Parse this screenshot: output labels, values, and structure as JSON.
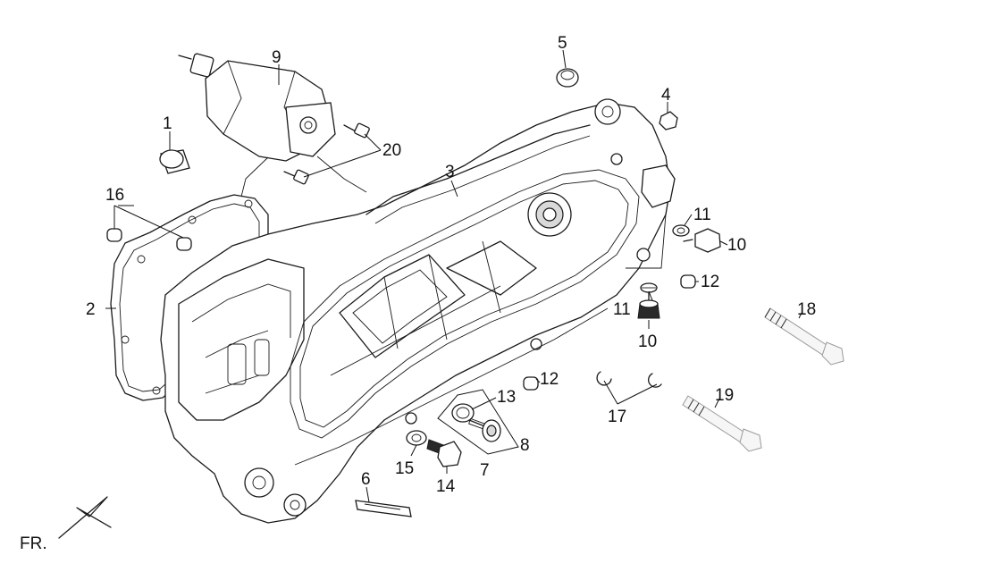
{
  "labels": {
    "p1": "1",
    "p2": "2",
    "p3": "3",
    "p4": "4",
    "p5": "5",
    "p6": "6",
    "p7": "7",
    "p8": "8",
    "p9": "9",
    "p10a": "10",
    "p10b": "10",
    "p11a": "11",
    "p11b": "11",
    "p12a": "12",
    "p12b": "12",
    "p13": "13",
    "p14": "14",
    "p15": "15",
    "p16": "16",
    "p17": "17",
    "p18": "18",
    "p19": "19",
    "p20": "20"
  },
  "front_marker": "FR."
}
